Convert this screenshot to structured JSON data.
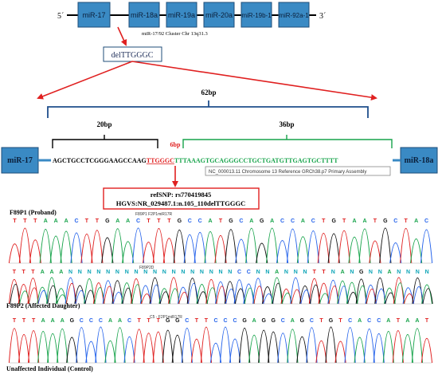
{
  "cluster": {
    "five_prime": "5´",
    "three_prime": "3´",
    "genes": [
      "miR-17",
      "miR-18a",
      "miR-19a",
      "miR-20a",
      "miR-19b-1",
      "miR-92a-1"
    ],
    "caption": "miR-17/92 Cluster  Chr 13q31.3",
    "deletion_label": "delTTGGGC"
  },
  "zoom": {
    "total_label": "62bp",
    "left_label": "20bp",
    "right_label": "36bp",
    "deletion_label": "6bp",
    "left_gene": "miR-17",
    "right_gene": "miR-18a",
    "seq_left": "AGCTGCCTCGGGAAGCCAAG",
    "seq_deleted": "TTGGGC",
    "seq_right": "TTTAAAGTGCAGGGCCTGCTGATGTTGAGTGCTTTT",
    "reference": "NC_000013.11 Chromosome 13 Reference GRCh38.p7 Primary Assembly"
  },
  "variant": {
    "refsnp": "refSNP: rs770419845",
    "hgvs": "HGVS:NR_029487.1:n.105_110delTTGGGC"
  },
  "traces": [
    {
      "label": "F89P1 (Proband)",
      "marker": "F89P1 F2P1miR17R",
      "bases": "TTTAAACTTGAACTTTGCCATGCAGACCACTGTAATGCTAC"
    },
    {
      "label": "F89P2 (Affected Daughter)",
      "marker": "F89P2D",
      "bases": "TTTAAANNNNNNNNNNNNNNNNNNCCNNANNNTTNANGNNANNNN"
    },
    {
      "label": "Unaffected Individual (Control)",
      "marker": "C5 - F2P1miR17R",
      "bases": "TTTAAAGCCCAACTTTGGCTTCCCGAGGCAGCTGTCACCATAAT"
    }
  ],
  "colors": {
    "gene_box": "#3a8ac4",
    "gene_border": "#1f4e79",
    "brace_blue": "#1f4e8c",
    "brace_green": "#16a34a",
    "red": "#e02020",
    "base_A": "#16a34a",
    "base_C": "#2563eb",
    "base_G": "#111111",
    "base_T": "#e02020",
    "base_N": "#0ea5b7"
  }
}
